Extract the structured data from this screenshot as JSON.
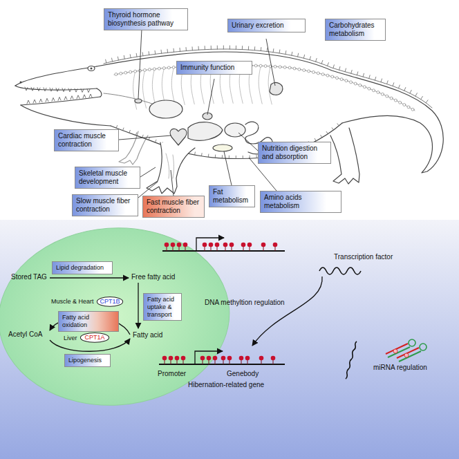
{
  "diagram": {
    "nodes": [
      {
        "text": [
          "Thyroid hormone biosynthesis pathway"
        ]
      },
      {
        "text": [
          "Urinary excretion"
        ]
      },
      {
        "text": [
          "Carbohydrates metabolism"
        ]
      },
      {
        "text": [
          "Immunity function"
        ]
      },
      {
        "text": [
          "Cardiac muscle contraction"
        ]
      },
      {
        "text": [
          "Nutrition digestion and absorption"
        ]
      },
      {
        "text": [
          "Skeletal muscle development"
        ]
      },
      {
        "text": [
          "Fat metabolism"
        ]
      },
      {
        "text": [
          "Amino acids metabolism"
        ]
      },
      {
        "text": [
          "Slow muscle fiber contraction"
        ]
      },
      {
        "text": [
          "Fast muscle fiber contraction"
        ]
      },
      {
        "text": [
          "Lipid degradation"
        ]
      },
      {
        "text": [
          "CPT1B"
        ]
      },
      {
        "text": [
          "Fatty acid uptake & transport"
        ]
      },
      {
        "text": [
          "Fatty acid oxidation"
        ]
      },
      {
        "text": [
          "CPT1A"
        ]
      },
      {
        "text": [
          "Lipogenesis"
        ]
      }
    ],
    "labels": [
      "Stored TAG",
      "Free fatty acid",
      "Muscle & Heart",
      "Acetyl CoA",
      "Liver",
      "Fatty acid",
      "Transcription factor",
      "DNA methyltion regulation",
      "Promoter",
      "Genebody",
      "Hibernation-related gene",
      "miRNA regulation"
    ]
  }
}
